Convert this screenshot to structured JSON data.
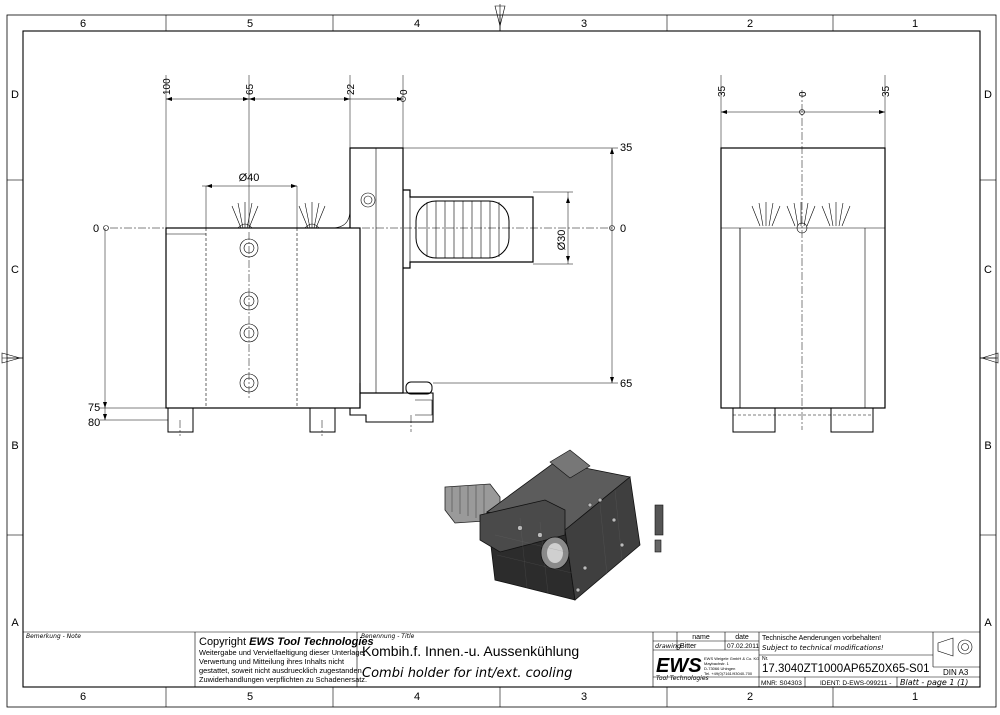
{
  "border": {
    "zones_top": [
      "6",
      "5",
      "4",
      "3",
      "2",
      "1"
    ],
    "zones_bottom": [
      "6",
      "5",
      "4",
      "3",
      "2",
      "1"
    ],
    "zones_left": [
      "D",
      "C",
      "B",
      "A"
    ],
    "zones_right": [
      "D",
      "C",
      "B",
      "A"
    ]
  },
  "front_view": {
    "dims_top": [
      "100",
      "65",
      "22",
      "0"
    ],
    "dia40": "Ø40",
    "dia30": "Ø30",
    "dims_right": [
      "35",
      "0",
      "65"
    ],
    "dims_left": [
      "0",
      "75",
      "80"
    ]
  },
  "side_view": {
    "dims_top": [
      "35",
      "0",
      "35"
    ]
  },
  "title_block": {
    "remark_label": "Bemerkung - Note",
    "copyright_prefix": "Copyright",
    "copyright_brand": "EWS Tool Technologies",
    "copyright_lines": [
      "Weitergabe und Vervielfaeltigung dieser Unterlage,",
      "Verwertung und Mitteilung ihres Inhalts nicht",
      "gestattet, soweit nicht ausdruecklich zugestanden.",
      "Zuwiderhandlungen verpflichten zu Schadenersatz."
    ],
    "title_label": "Benennung - Title",
    "title_de": "Kombih.f. Innen.-u. Aussenkühlung",
    "title_en": "Combi holder for int/ext. cooling",
    "col_name": "name",
    "col_date": "date",
    "drawing_label": "drawing",
    "drawn_by": "Bitter",
    "drawn_date": "07.02.2011",
    "logo_text": "EWS",
    "logo_sub": "Tool Technologies",
    "address_lines": [
      "EWS Weigele GmbH & Co. KG",
      "Maybachstr. 1",
      "D-73066 Uhingen",
      "Tel. +49(0)7161/93040-700"
    ],
    "tech_de": "Technische Aenderungen vorbehalten!",
    "tech_en": "Subject to technical modifications!",
    "nr_label": "Nr.",
    "part_number": "17.3040ZT1000AP65Z0X65-S01",
    "mnr": "MNR: S04303",
    "ident": "IDENT: D-EWS-099211 -",
    "sheet": "Blatt - page 1 (1)",
    "paper": "DIN A3"
  }
}
